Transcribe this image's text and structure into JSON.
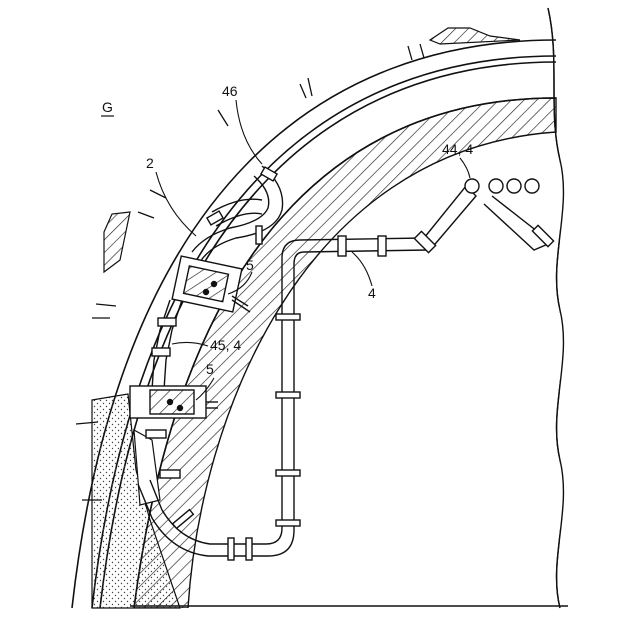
{
  "figure": {
    "labels": {
      "region": "G",
      "wall_lining": "2",
      "joint_46": "46",
      "pipe_44": "44, 4",
      "pipe_4": "4",
      "unit_5_upper": "5",
      "pipe_45": "45, 4",
      "unit_5_lower": "5"
    }
  }
}
